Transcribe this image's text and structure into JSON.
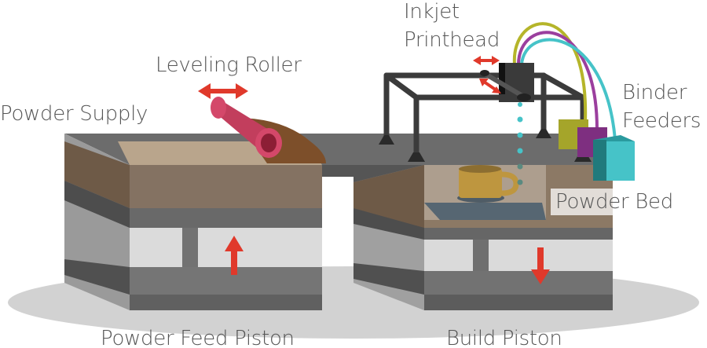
{
  "labels": {
    "inkjet_line1": "Inkjet",
    "inkjet_line2": "Printhead",
    "leveling_roller": "Leveling Roller",
    "powder_supply": "Powder Supply",
    "binder_line1": "Binder",
    "binder_line2": "Feeders",
    "powder_bed": "Powder Bed",
    "powder_feed_piston": "Powder Feed Piston",
    "build_piston": "Build Piston"
  },
  "colors": {
    "arrow": "#e0392b",
    "binder_olive": "#b5b52a",
    "binder_purple": "#9b3f9e",
    "binder_teal": "#46c3c8",
    "powder": "#7d5a3c",
    "roller": "#d4486a",
    "mug": "#c8962a"
  }
}
